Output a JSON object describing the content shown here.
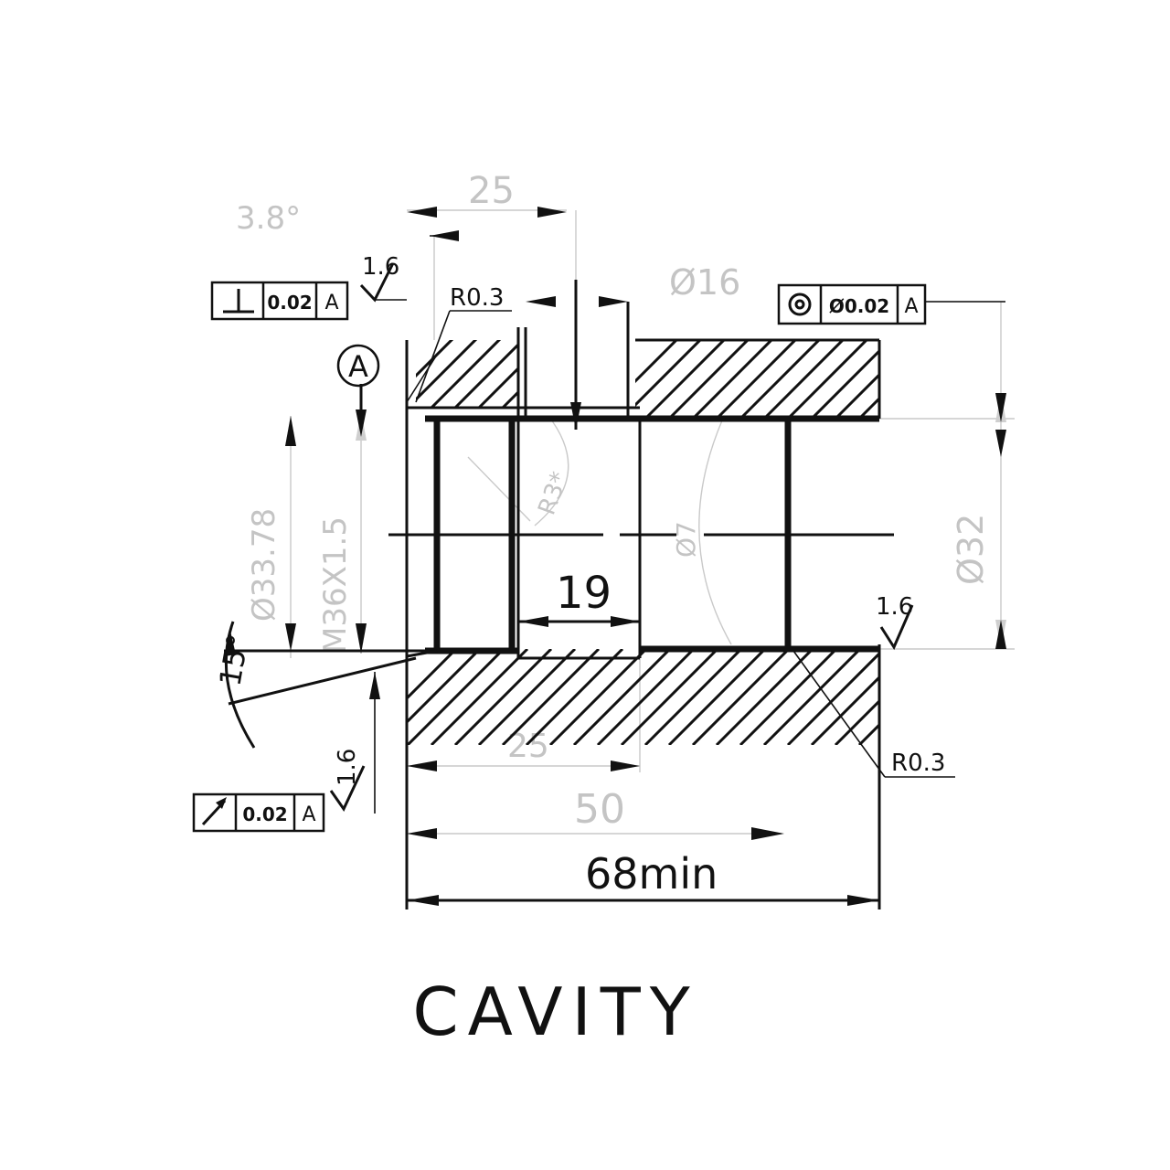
{
  "title": "CAVITY",
  "dimensions": {
    "top_width": "25",
    "top_center": "Ø16",
    "bore": "19",
    "length_total": "68min",
    "length_mid": "50",
    "length_inner": "25",
    "angle": "15°",
    "top_left_note": "3.8°",
    "right_vertical": "Ø32",
    "left_vertical_outer": "Ø33.78",
    "left_vertical_inner": "M36X1.5",
    "arc_label_1": "R3*",
    "arc_label_2": "Ø7"
  },
  "radii": {
    "top": "R0.3",
    "bottom": "R0.3"
  },
  "roughness": {
    "top_left": "1.6",
    "right": "1.6",
    "bottom_left": "1.6"
  },
  "datum": "A",
  "tolerance_frames": [
    {
      "symbol": "perpendicularity",
      "value": "0.02",
      "datum": "A"
    },
    {
      "symbol": "concentricity",
      "value": "Ø0.02",
      "datum": "A"
    },
    {
      "symbol": "runout",
      "value": "0.02",
      "datum": "A"
    }
  ]
}
